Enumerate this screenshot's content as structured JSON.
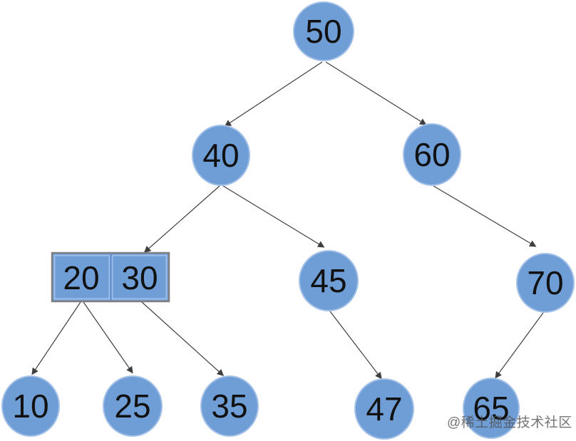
{
  "diagram": {
    "kind": "binary-search-tree",
    "nodes": {
      "n50": {
        "label": "50"
      },
      "n40": {
        "label": "40"
      },
      "n60": {
        "label": "60"
      },
      "n20": {
        "label": "20"
      },
      "n30": {
        "label": "30"
      },
      "n45": {
        "label": "45"
      },
      "n70": {
        "label": "70"
      },
      "n10": {
        "label": "10"
      },
      "n25": {
        "label": "25"
      },
      "n35": {
        "label": "35"
      },
      "n47": {
        "label": "47"
      },
      "n65": {
        "label": "65"
      }
    },
    "edges": [
      {
        "from": "50",
        "to": "40"
      },
      {
        "from": "50",
        "to": "60"
      },
      {
        "from": "40",
        "to": "20|30"
      },
      {
        "from": "40",
        "to": "45"
      },
      {
        "from": "60",
        "to": "70"
      },
      {
        "from": "20",
        "to": "10"
      },
      {
        "from": "20",
        "to": "25"
      },
      {
        "from": "30",
        "to": "35"
      },
      {
        "from": "45",
        "to": "47"
      },
      {
        "from": "70",
        "to": "65"
      }
    ],
    "colors": {
      "node_fill": "#6f9dd6",
      "node_border": "#a3c0e8",
      "box_outer_border": "#7f7f7f",
      "box_cell_border": "#9cc0ec",
      "edge_line": "#3f3f3f",
      "label_text": "#111111"
    },
    "watermark": {
      "text": "@稀土掘金技术社区",
      "color": "#4d4d4d"
    }
  }
}
